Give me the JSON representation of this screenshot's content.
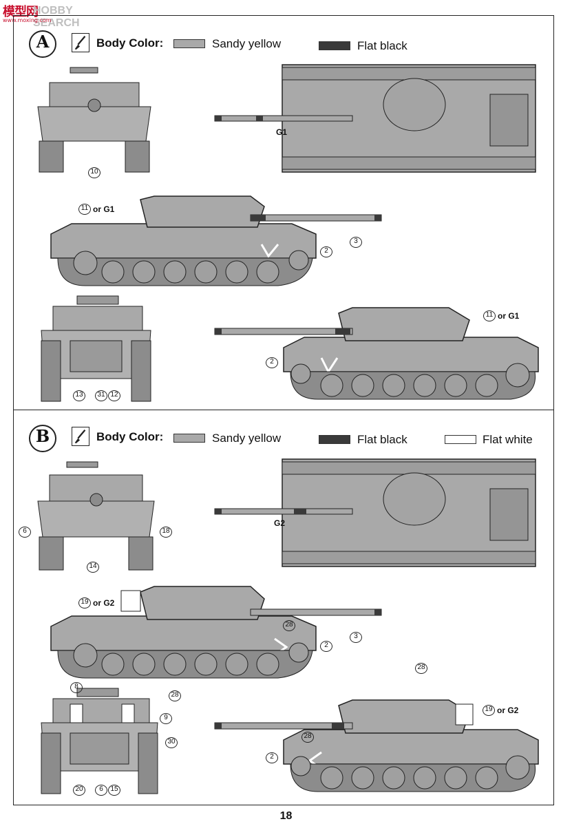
{
  "watermark": {
    "logo": "模型网",
    "brand": "HOBBY SEARCH",
    "url": "www.moxing.com"
  },
  "page_number": "18",
  "colors": {
    "sandy_yellow": "#a9a9a9",
    "flat_black": "#3a3a3a",
    "flat_white": "#ffffff",
    "line": "#222222"
  },
  "schemes": [
    {
      "badge": "A",
      "body_color_label": "Body Color:",
      "swatches": [
        {
          "label": "Sandy yellow",
          "color": "#a9a9a9"
        },
        {
          "label": "Flat black",
          "color": "#3a3a3a"
        }
      ],
      "callouts": {
        "front_10": "10",
        "top_g1": "G1",
        "left_11": "11",
        "left_or_g1": "or G1",
        "left_2": "2",
        "left_3": "3",
        "right_11": "11",
        "right_or_g1": "or G1",
        "right_2": "2",
        "rear_13": "13",
        "rear_31": "31",
        "rear_12": "12"
      }
    },
    {
      "badge": "B",
      "body_color_label": "Body Color:",
      "swatches": [
        {
          "label": "Sandy yellow",
          "color": "#a9a9a9"
        },
        {
          "label": "Flat black",
          "color": "#3a3a3a"
        },
        {
          "label": "Flat white",
          "color": "#ffffff"
        }
      ],
      "callouts": {
        "front_6": "6",
        "front_18": "18",
        "front_14": "14",
        "top_g2": "G2",
        "left_19": "19",
        "left_or_g2": "or G2",
        "left_28a": "28",
        "left_2": "2",
        "left_3": "3",
        "left_28b": "28",
        "right_28a": "28",
        "right_19": "19",
        "right_or_g2": "or G2",
        "right_28b": "28",
        "right_2": "2",
        "rear_8": "8",
        "rear_9": "9",
        "rear_30": "30",
        "rear_20": "20",
        "rear_6": "6",
        "rear_15": "15"
      }
    }
  ]
}
